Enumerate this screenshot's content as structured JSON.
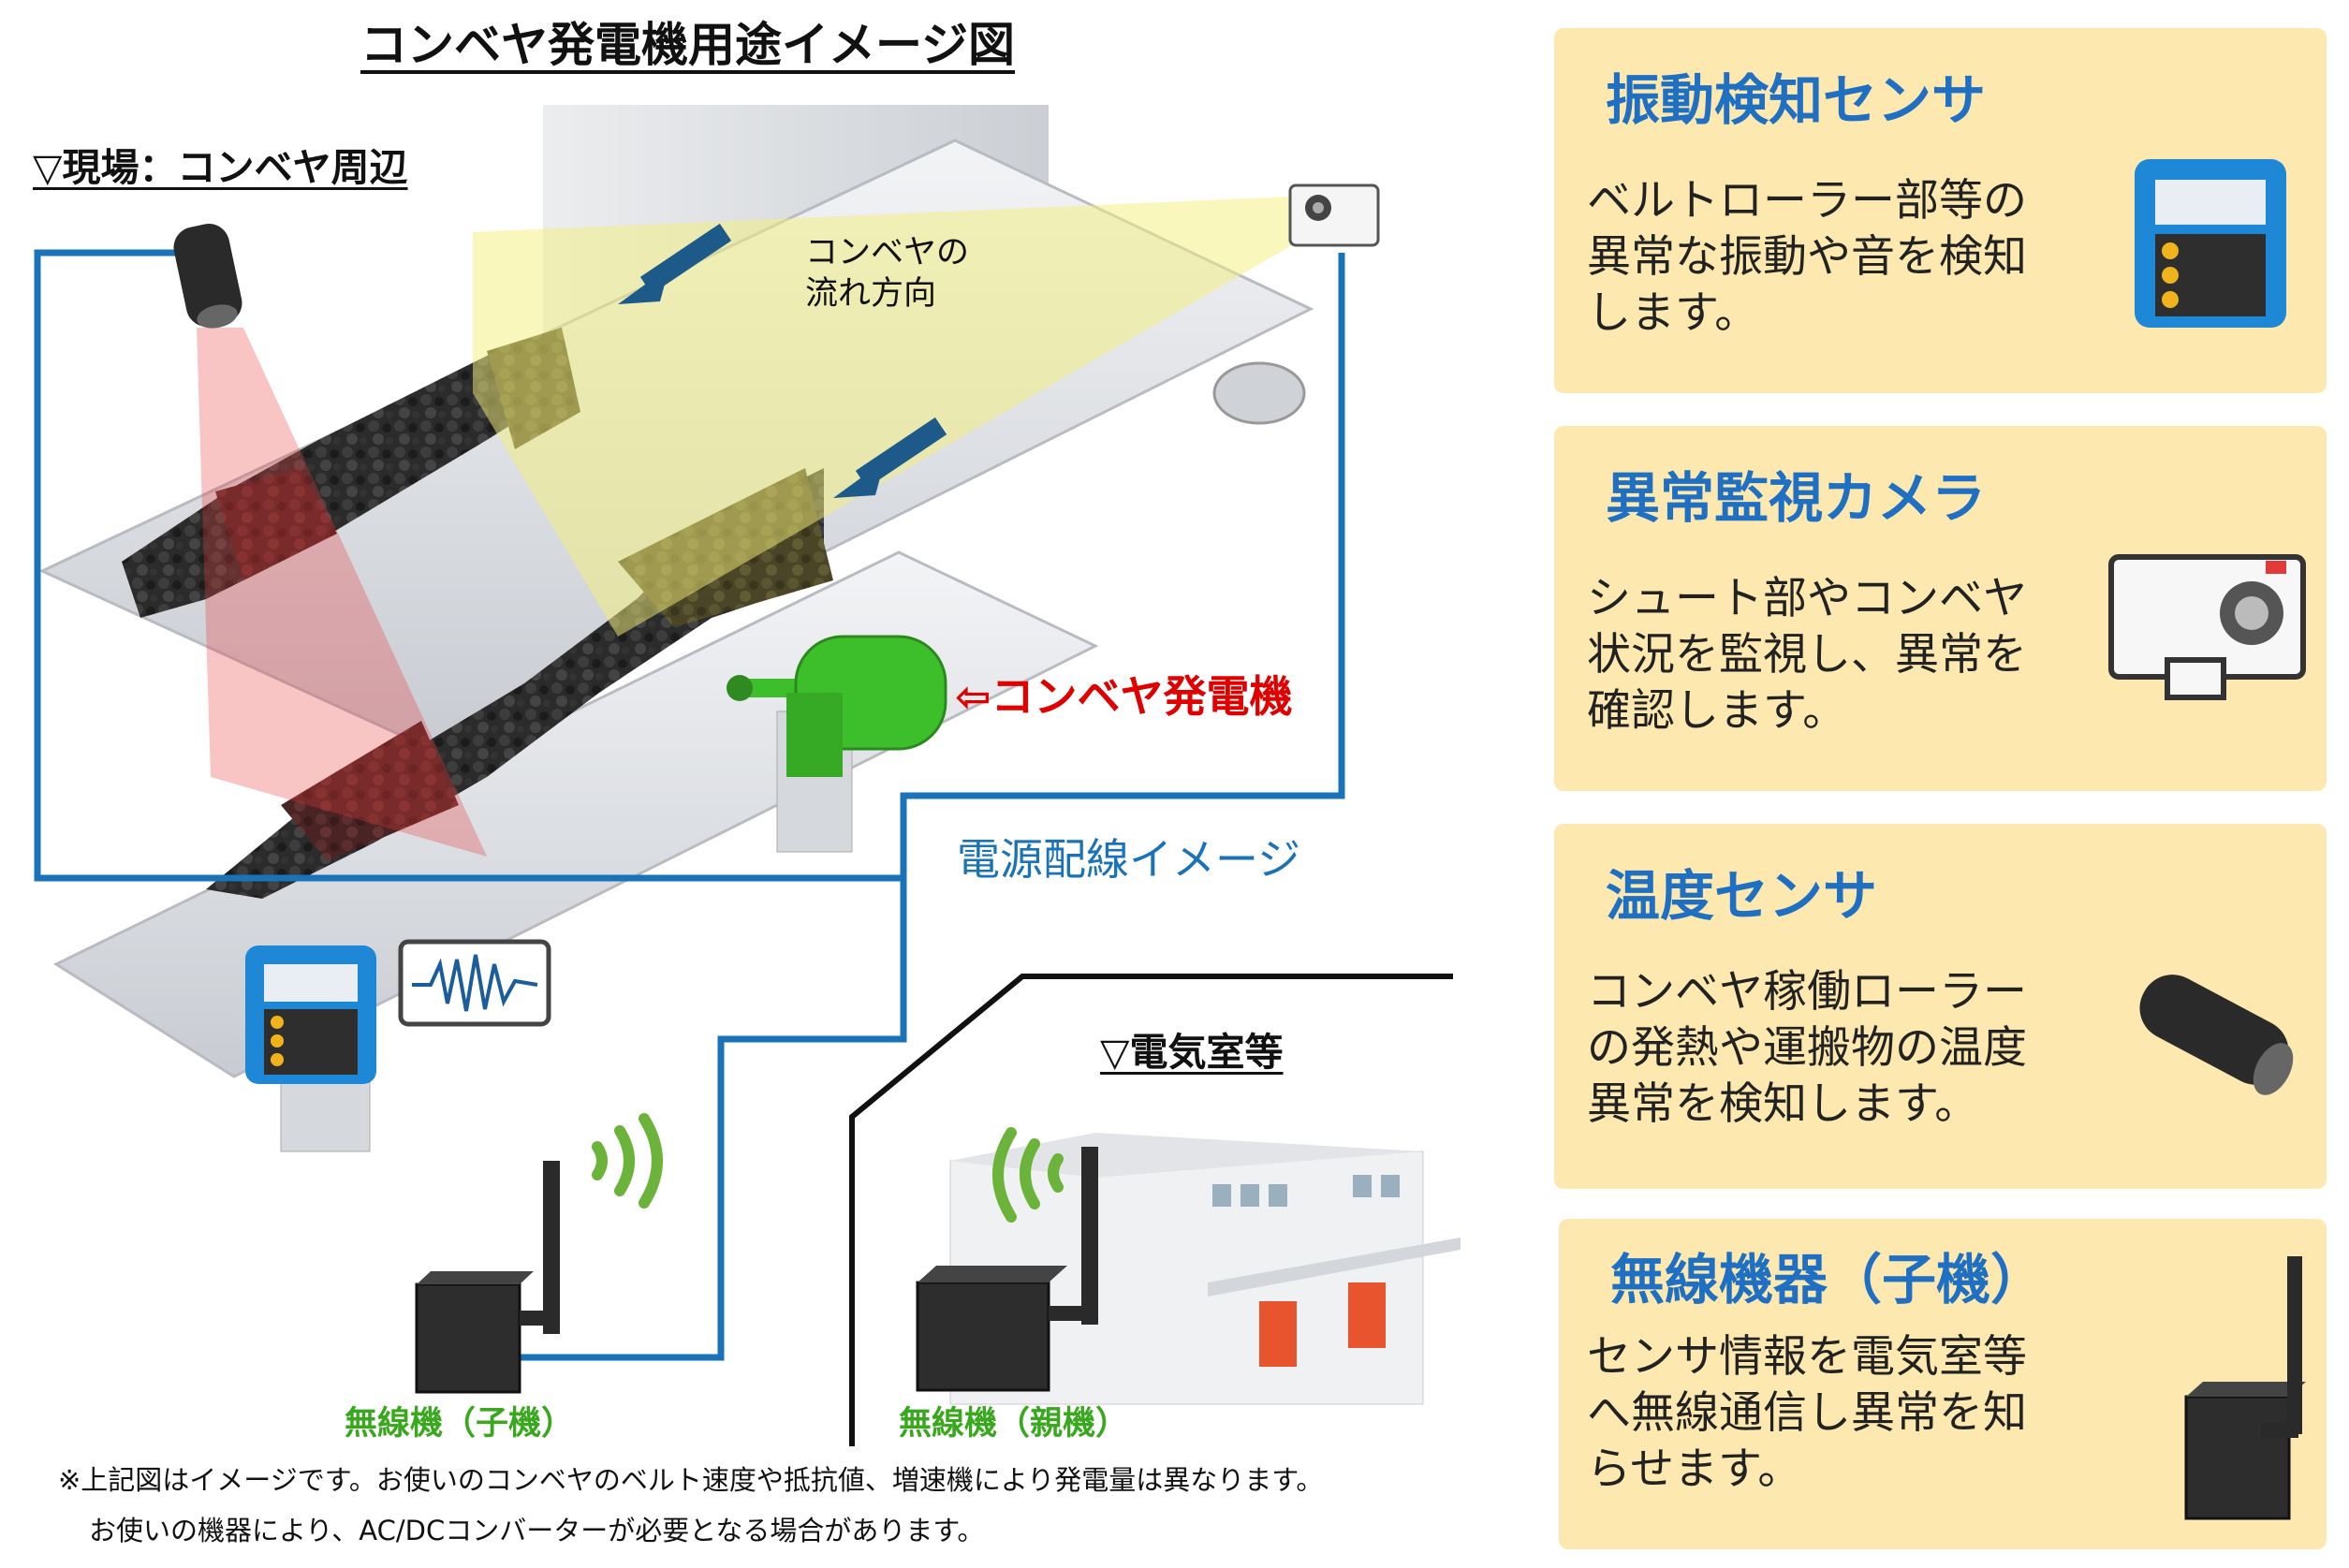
{
  "title": "コンベヤ発電機用途イメージ図",
  "site_label": "▽現場：コンベヤ周辺",
  "electrical_room_label": "▽電気室等",
  "flow_direction_label": [
    "コンベヤの",
    "流れ方向"
  ],
  "generator_label": "⇦コンベヤ発電機",
  "power_wiring_label": "電源配線イメージ",
  "wireless_child_label": "無線機（子機）",
  "wireless_parent_label": "無線機（親機）",
  "notes": [
    "※上記図はイメージです。お使いのコンベヤのベルト速度や抵抗値、増速機により発電量は異なります。",
    "お使いの機器により、AC/DCコンバーターが必要となる場合があります。"
  ],
  "cards": [
    {
      "title": "振動検知センサ",
      "lines": [
        "ベルトローラー部等の",
        "異常な振動や音を検知",
        "します。"
      ],
      "icon": "vibration-sensor-icon"
    },
    {
      "title": "異常監視カメラ",
      "lines": [
        "シュート部やコンベヤ",
        "状況を監視し、異常を",
        "確認します。"
      ],
      "icon": "camera-icon"
    },
    {
      "title": "温度センサ",
      "lines": [
        "コンベヤ稼働ローラー",
        "の発熱や運搬物の温度",
        "異常を検知します。"
      ],
      "icon": "temperature-sensor-icon"
    },
    {
      "title": "無線機器（子機）",
      "lines": [
        "センサ情報を電気室等",
        "へ無線通信し異常を知",
        "らせます。"
      ],
      "icon": "wireless-device-icon"
    }
  ],
  "colors": {
    "wiring": "#1a73b8",
    "card_bg": "#fde9b0",
    "card_title": "#1f6fc2",
    "generator": "#3cbf2a",
    "generator_label": "#e00000",
    "signal": "#6bb33a"
  }
}
